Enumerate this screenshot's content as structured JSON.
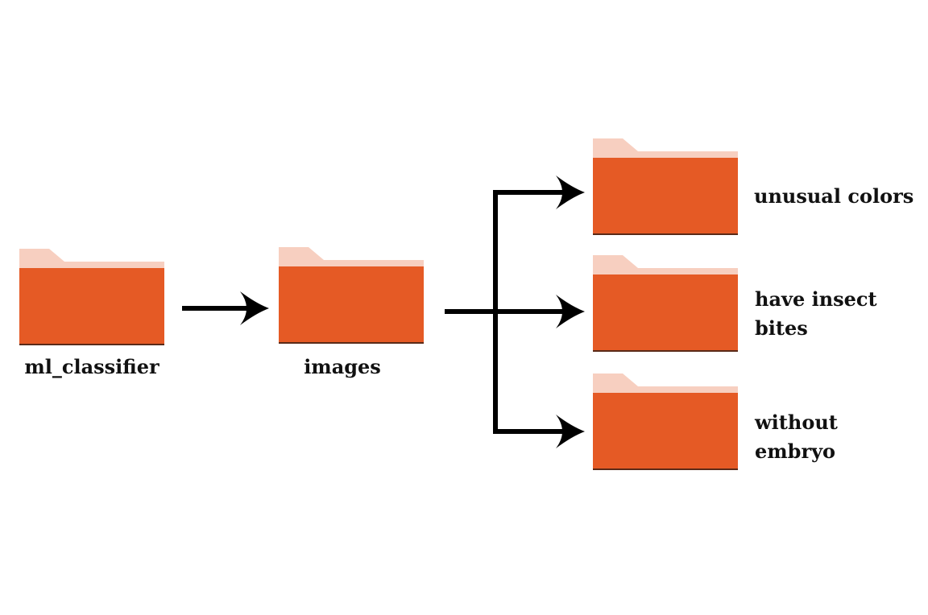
{
  "colors": {
    "folder_front": "#E55A25",
    "folder_tab": "#F7CFC0",
    "folder_shadow": "#5A2A18",
    "arrow": "#000000",
    "text": "#111111"
  },
  "folders": [
    {
      "id": "ml_classifier",
      "icon": "folder-icon",
      "label_lines": [
        "ml_classifier"
      ]
    },
    {
      "id": "images",
      "icon": "folder-icon",
      "label_lines": [
        "images"
      ]
    },
    {
      "id": "unusual_colors",
      "icon": "folder-icon",
      "label_lines": [
        "unusual colors"
      ]
    },
    {
      "id": "insect_bites",
      "icon": "folder-icon",
      "label_lines": [
        "have insect",
        "bites"
      ]
    },
    {
      "id": "without_embryo",
      "icon": "folder-icon",
      "label_lines": [
        "without",
        "embryo"
      ]
    }
  ]
}
